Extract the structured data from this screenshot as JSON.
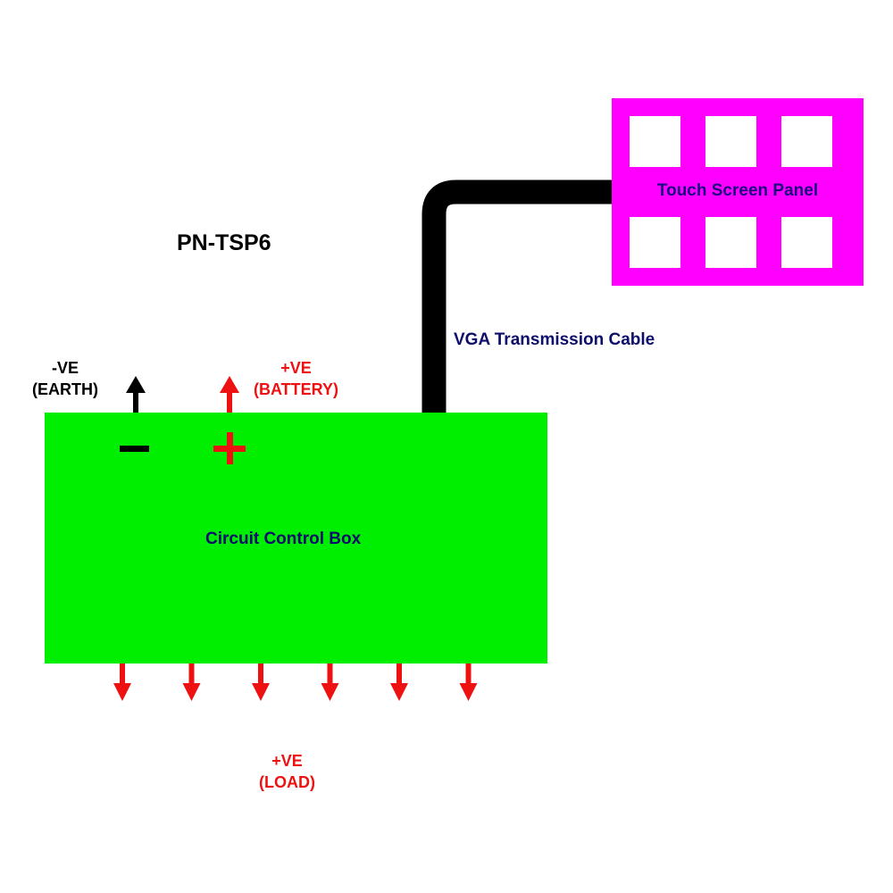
{
  "title": "PN-TSP6",
  "touch_panel": {
    "label": "Touch Screen Panel",
    "color": "#ff00ff",
    "button_count": 6
  },
  "cable": {
    "label": "VGA Transmission Cable",
    "color": "#000000"
  },
  "control_box": {
    "label": "Circuit Control Box",
    "color": "#00ee00",
    "minus_symbol": "−",
    "plus_symbol": "+"
  },
  "earth": {
    "line1": "-VE",
    "line2": "(EARTH)",
    "color": "#000000"
  },
  "battery": {
    "line1": "+VE",
    "line2": "(BATTERY)",
    "color": "#ee1111"
  },
  "load": {
    "line1": "+VE",
    "line2": "(LOAD)",
    "color": "#ee1111",
    "output_count": 6
  }
}
